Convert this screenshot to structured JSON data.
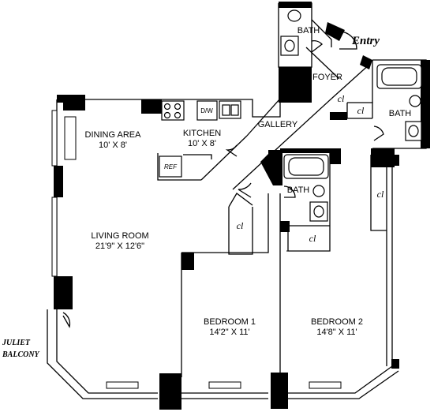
{
  "rooms": {
    "dining": {
      "name": "DINING AREA",
      "size": "10' X 8'"
    },
    "kitchen": {
      "name": "KITCHEN",
      "size": "10' X 8'"
    },
    "living": {
      "name": "LIVING ROOM",
      "size": "21'9\" X 12'6\""
    },
    "bedroom1": {
      "name": "BEDROOM 1",
      "size": "14'2\" X 11'"
    },
    "bedroom2": {
      "name": "BEDROOM 2",
      "size": "14'8\" X 11'"
    },
    "gallery": {
      "name": "GALLERY"
    },
    "foyer": {
      "name": "FOYER"
    },
    "bath_top": {
      "name": "BATH"
    },
    "bath_right": {
      "name": "BATH"
    },
    "bath_center": {
      "name": "BATH"
    }
  },
  "closets": [
    "cl",
    "cl",
    "cl",
    "cl",
    "cl"
  ],
  "appliances": {
    "refrigerator": "REF",
    "dishwasher": "D/W"
  },
  "labels": {
    "entry": "Entry",
    "balcony_line1": "JULIET",
    "balcony_line2": "BALCONY"
  }
}
